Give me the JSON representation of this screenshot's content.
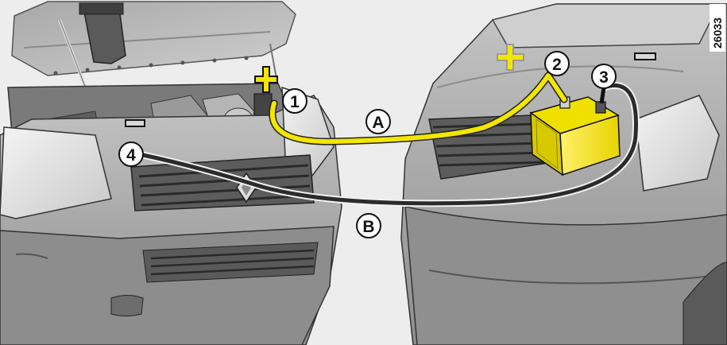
{
  "figure": {
    "reference": "26033",
    "polarity": {
      "positive": "+",
      "negative": "−"
    },
    "connection_points": [
      "1",
      "2",
      "3",
      "4"
    ],
    "cables": [
      "A",
      "B"
    ]
  },
  "colors": {
    "background": "#ededed",
    "vehicle_body": "#b4b4b4",
    "vehicle_dark": "#7d7d7d",
    "positive_cable": "#f3e600",
    "negative_cable": "#2b2b2b",
    "battery": "#f0e000",
    "label_circle": "#ffffff",
    "outline": "#111111"
  },
  "icons": [
    "plus-icon",
    "minus-icon",
    "battery-icon",
    "renault-logo-icon"
  ]
}
